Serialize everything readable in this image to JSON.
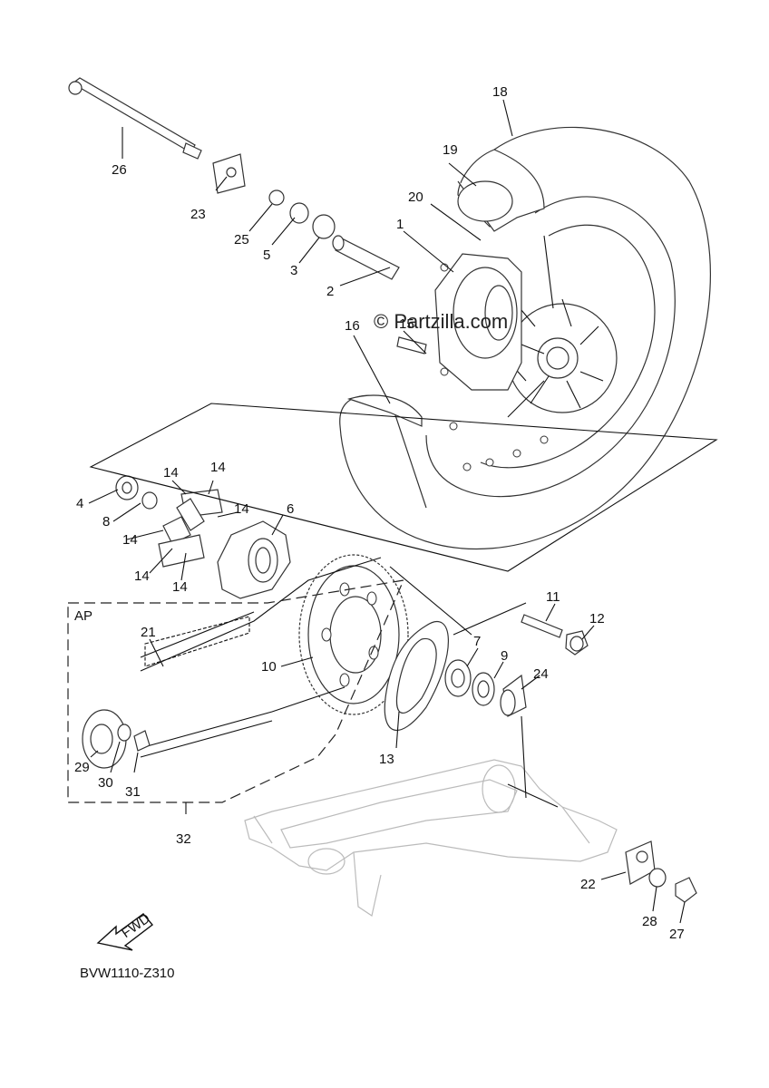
{
  "watermark": "© Partzilla.com",
  "diagram_code": "BVW1110-Z310",
  "group_label": "AP",
  "fwd_label": "FWD",
  "callouts": {
    "p1": "1",
    "p2": "2",
    "p3": "3",
    "p4": "4",
    "p5": "5",
    "p6": "6",
    "p7": "7",
    "p8": "8",
    "p9": "9",
    "p10": "10",
    "p11": "11",
    "p12": "12",
    "p13": "13",
    "p14": "14",
    "p15": "15",
    "p16": "16",
    "p18": "18",
    "p19": "19",
    "p20": "20",
    "p21": "21",
    "p22": "22",
    "p23": "23",
    "p24": "24",
    "p25": "25",
    "p26": "26",
    "p27": "27",
    "p28": "28",
    "p29": "29",
    "p30": "30",
    "p31": "31",
    "p32": "32"
  }
}
